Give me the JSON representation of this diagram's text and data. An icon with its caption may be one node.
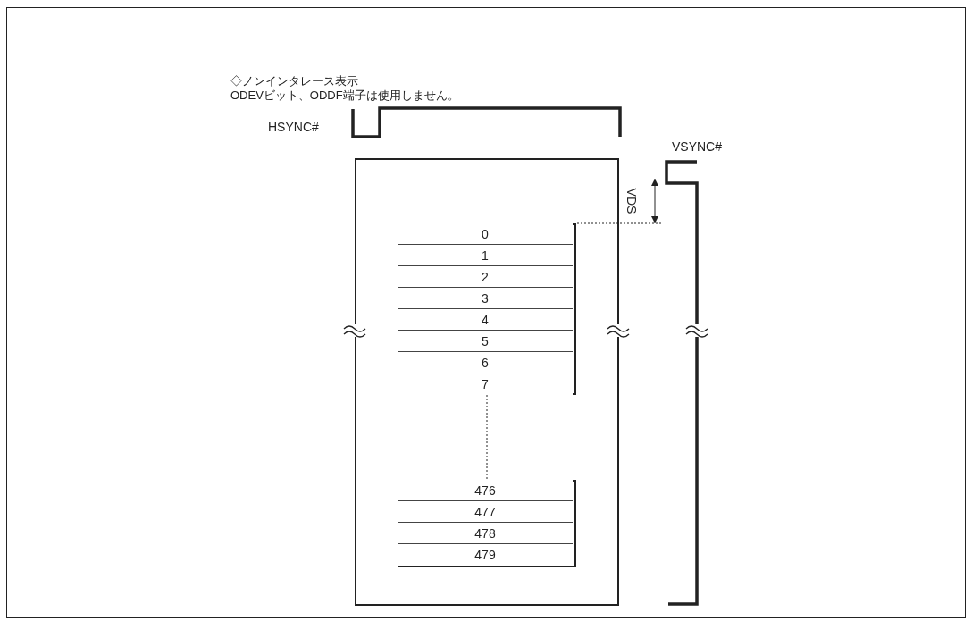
{
  "diagram": {
    "nodes": [
      {
        "text": [],
        "shape": "box"
      },
      {
        "text": [],
        "shape": "box",
        "in": 0
      },
      {
        "text": [
          "0"
        ],
        "in": 1
      },
      {
        "text": [
          "1"
        ],
        "in": 1
      },
      {
        "text": [
          "2"
        ],
        "in": 1
      },
      {
        "text": [
          "3"
        ],
        "in": 1
      },
      {
        "text": [
          "4"
        ],
        "in": 1
      },
      {
        "text": [
          "5"
        ],
        "in": 1
      },
      {
        "text": [
          "6"
        ],
        "in": 1
      },
      {
        "text": [
          "7"
        ],
        "in": 1
      },
      {
        "text": [],
        "shape": "box",
        "in": 0
      },
      {
        "text": [
          "476"
        ],
        "in": 10
      },
      {
        "text": [
          "477"
        ],
        "in": 10
      },
      {
        "text": [
          "478"
        ],
        "in": 10
      },
      {
        "text": [
          "479"
        ],
        "in": 10
      }
    ],
    "edges": [
      {
        "from": 1,
        "to": 10,
        "arrow": "none",
        "style": "dashed"
      }
    ],
    "labels": [
      "◇ノンインタレース表示",
      "ODEVビット、ODDF端子は使用しません。",
      "HSYNC#",
      "VSYNC#",
      "VDS"
    ]
  }
}
